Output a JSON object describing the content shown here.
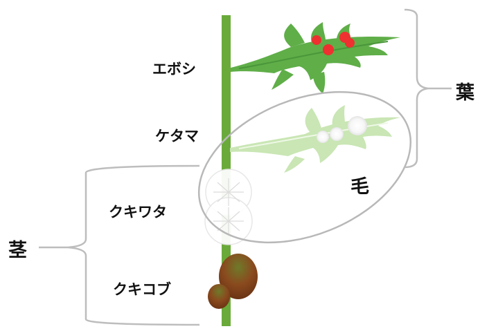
{
  "labels": {
    "eboshi": "エボシ",
    "ketama": "ケタマ",
    "kukiwata": "クキワタ",
    "kukikobu": "クキコブ",
    "ha": "葉",
    "ke": "毛",
    "kuki": "茎"
  },
  "colors": {
    "stem": "#6aaa3a",
    "leaf": "#5fae48",
    "pale_leaf": "#c9e6b4",
    "pale_leaf_vein": "#eef8e6",
    "red_gall": "#ee3030",
    "white_hair": "#ffffff",
    "stem_gall": "#8a4a1e",
    "outline": "#b8b8b8"
  },
  "icons": {
    "red_gall": "red-gall-icon",
    "white_hair": "white-hair-tuft-icon",
    "stem_gall": "brown-stem-gall-icon"
  }
}
